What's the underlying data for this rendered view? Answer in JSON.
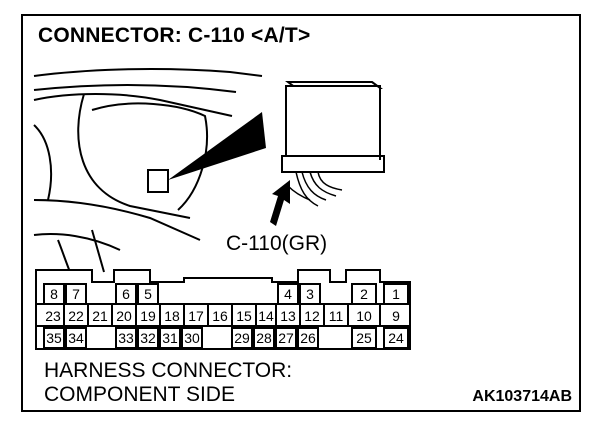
{
  "title": "CONNECTOR: C-110 <A/T>",
  "callout_label": "C-110(GR)",
  "caption": {
    "line1": "HARNESS CONNECTOR:",
    "line2": "COMPONENT SIDE"
  },
  "figure_code": "AK103714AB",
  "connector_pins": {
    "row1": [
      "8",
      "7",
      "",
      "6",
      "5",
      "",
      "",
      "",
      "",
      "",
      "",
      "4",
      "3",
      "",
      "2",
      "1"
    ],
    "row2": [
      "23",
      "22",
      "21",
      "20",
      "19",
      "18",
      "17",
      "16",
      "15",
      "14",
      "13",
      "12",
      "11",
      "10",
      "9"
    ],
    "row3": [
      "35",
      "34",
      "33",
      "32",
      "31",
      "30",
      "29",
      "28",
      "27",
      "26",
      "25",
      "24"
    ]
  }
}
